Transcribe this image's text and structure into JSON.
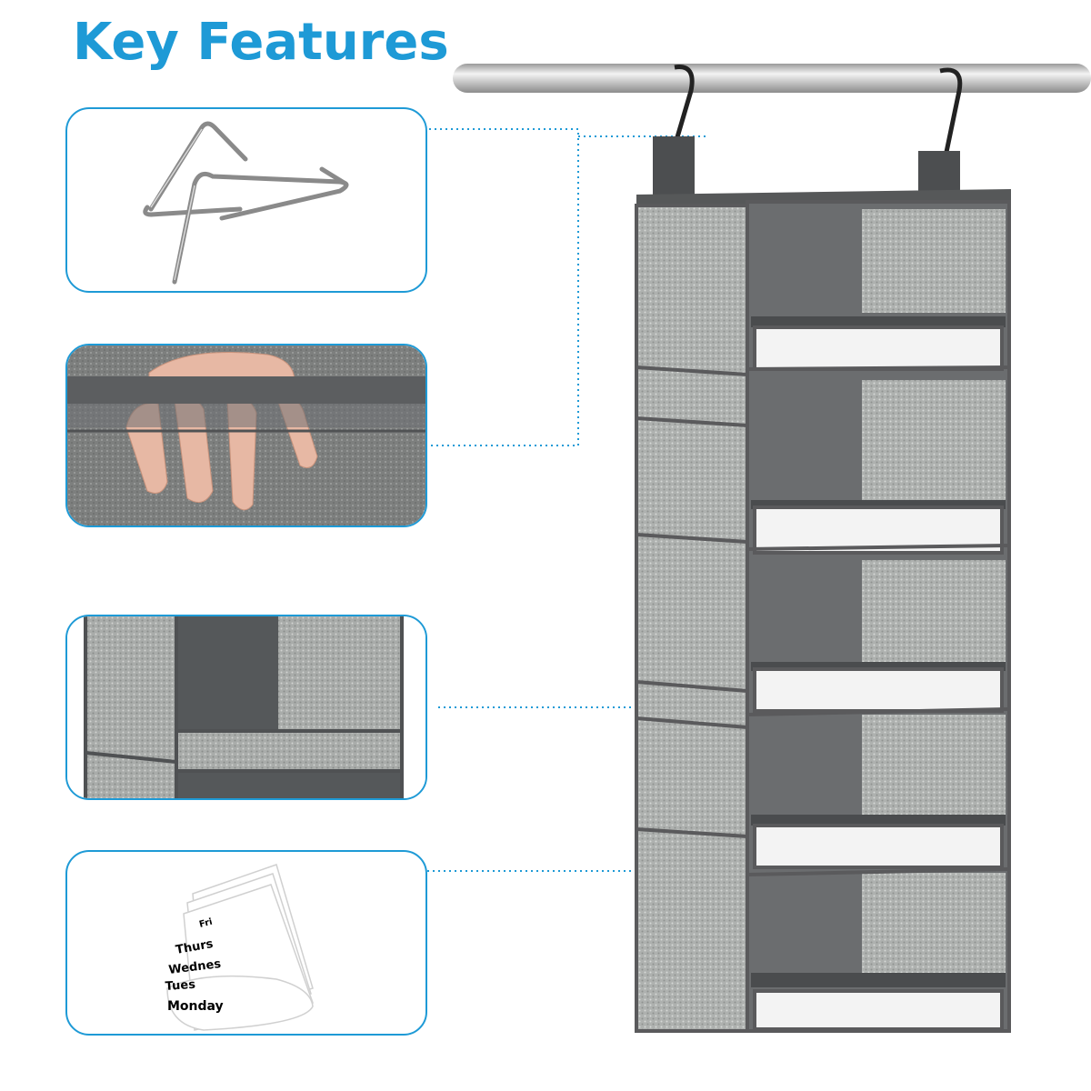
{
  "header": {
    "title": "Key Features"
  },
  "features": {
    "hooks": {
      "icon": "metal-hook-icon"
    },
    "handle": {
      "icon": "mesh-handle-icon"
    },
    "divider": {
      "icon": "shelf-divider-icon"
    },
    "labels": {
      "icon": "day-label-card-icon",
      "days": [
        "Fri",
        "Thurs",
        "Wednes",
        "Tues",
        "Monday"
      ]
    }
  },
  "product": {
    "icon": "hanging-closet-organizer-icon",
    "shelf_count": 5
  },
  "colors": {
    "accent": "#1e9ad6",
    "organizer_frame": "#5a5a5c",
    "organizer_fabric": "#b9bcba",
    "organizer_interior": "#6b6d6f",
    "rod": "#c8c8c8"
  }
}
